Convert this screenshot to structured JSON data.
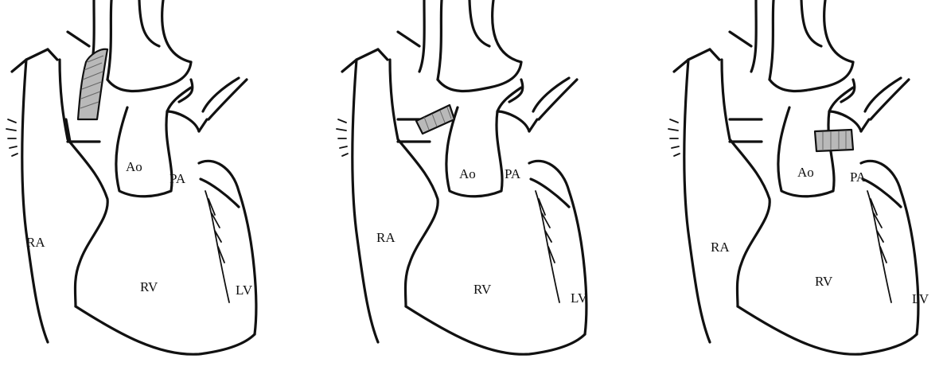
{
  "panels": [
    {
      "id": "left",
      "labels": {
        "ao": "Ao",
        "pa": "PA",
        "ra": "RA",
        "rv": "RV",
        "lv": "LV"
      }
    },
    {
      "id": "middle",
      "labels": {
        "ao": "Ao",
        "pa": "PA",
        "ra": "RA",
        "rv": "RV",
        "lv": "LV"
      }
    },
    {
      "id": "right",
      "labels": {
        "ao": "Ao",
        "pa": "PA",
        "ra": "RA",
        "rv": "RV",
        "lv": "LV"
      }
    }
  ]
}
